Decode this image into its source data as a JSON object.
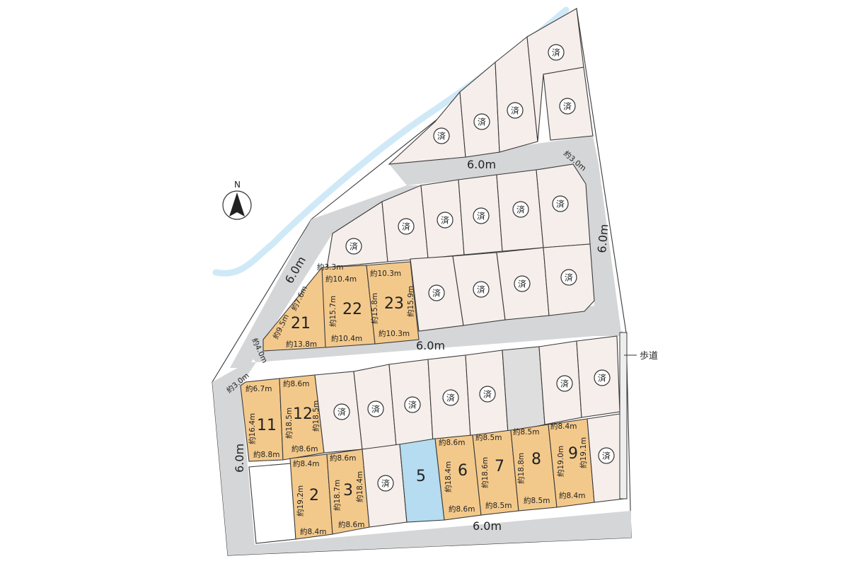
{
  "map": {
    "compass_label": "N",
    "sold_mark": "済",
    "sidewalk_label": "歩道",
    "roads": {
      "upper": "6.0m",
      "right": "6.0m",
      "diagonal": "6.0m",
      "middle": "6.0m",
      "left": "6.0m",
      "bottom": "6.0m",
      "corner_top_right": "約3.0m",
      "corner_left_upper": "約4.0m",
      "corner_left_lower": "約3.0m"
    },
    "lots": [
      {
        "number": "21",
        "status": "available",
        "dims": {
          "top": "約3.3m",
          "left": "約9.5m",
          "right": "約7.6m",
          "bottom": "約13.8m"
        }
      },
      {
        "number": "22",
        "status": "available",
        "dims": {
          "top": "約10.4m",
          "left": "約15.7m",
          "bottom": "約10.4m"
        }
      },
      {
        "number": "23",
        "status": "available",
        "dims": {
          "top": "約10.3m",
          "left": "約15.8m",
          "right": "約15.9m",
          "bottom": "約10.3m"
        }
      },
      {
        "number": "11",
        "status": "available",
        "dims": {
          "top": "約6.7m",
          "left": "約16.4m",
          "bottom": "約8.8m"
        }
      },
      {
        "number": "12",
        "status": "available",
        "dims": {
          "top": "約8.6m",
          "left": "約18.5m",
          "right": "約18.5m",
          "bottom": "約8.6m"
        }
      },
      {
        "number": "2",
        "status": "available",
        "dims": {
          "top": "約8.4m",
          "left": "約19.2m",
          "bottom": "約8.4m"
        }
      },
      {
        "number": "3",
        "status": "available",
        "dims": {
          "top": "約8.6m",
          "left": "約18.7m",
          "right": "約18.4m",
          "bottom": "約8.6m"
        }
      },
      {
        "number": "5",
        "status": "highlighted",
        "dims": {}
      },
      {
        "number": "6",
        "status": "available",
        "dims": {
          "top": "約8.6m",
          "left": "約18.4m",
          "bottom": "約8.6m"
        }
      },
      {
        "number": "7",
        "status": "available",
        "dims": {
          "top": "約8.5m",
          "left": "約18.6m",
          "bottom": "約8.5m"
        }
      },
      {
        "number": "8",
        "status": "available",
        "dims": {
          "top": "約8.5m",
          "left": "約18.8m",
          "bottom": "約8.5m"
        }
      },
      {
        "number": "9",
        "status": "available",
        "dims": {
          "top": "約8.4m",
          "left": "約19.0m",
          "right": "約19.1m",
          "bottom": "約8.4m"
        }
      }
    ],
    "colors": {
      "available": "#f3c98b",
      "sold": "#f6eeeb",
      "highlighted": "#b5dcf0",
      "road": "#d4d6d8",
      "river": "#cfe9f7"
    }
  }
}
